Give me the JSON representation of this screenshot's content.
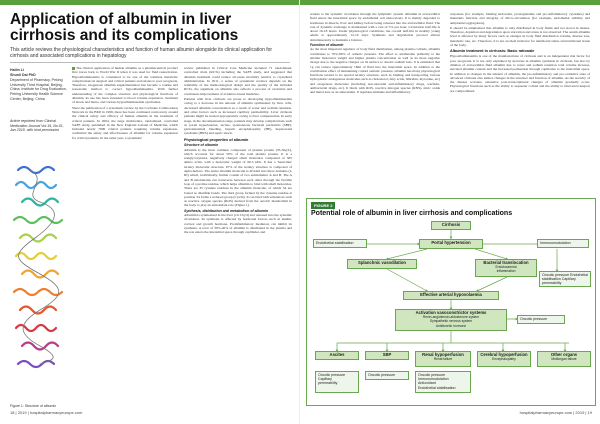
{
  "article": {
    "title": "Application of albumin in liver cirrhosis and its complications",
    "standfirst": "This article reviews the physiological characteristics and function of human albumin alongside its clinical application for cirrhosis and associated complications in hepatology"
  },
  "authors": {
    "names": "Hailin Li\nShunli Dai PhD",
    "affiliation": "Department of Pharmacy, Peking University Third Hospital, Beijing, China; Institute for Drug Evaluation, Peking University Health Science Center, Beijing, China",
    "note": "Article reprinted from Clinical Medication Journal Vol.16, No.01, Jan 2018, with kind permission"
  },
  "body": {
    "col_a_p1": "The clinical application of human albumin as a pharmaceutical product first traces back to World War II when it was used for fluid resuscitation. Hypoalbuminaemia is considered to be one of the common metabolic complications in surgical and critical patients and relates to poor prognosis. Therefore, exogenous albumin supplementation has become a routine and reasonable method to correct hypoalbuminaemia. With further understanding of the complex structure and physiological functions of albumin, its use has been extended to blood volume expansion, treatment of shock and burns, and various hypoalbuminaemia syndromes.",
    "col_a_p2": "Since the publication of a systematic review by the Cochrane Collaboration Network in the BMJ in 1998, there has been continued controversy around the clinical safety and efficacy of human albumin in the treatment of critical patients. In 2004, the large multicentre, randomised, controlled SAFE study, published in the New England Journal of Medicine, which included nearly 7000 critical patients requiring volume expansion, confirmed the safety and effectiveness of albumin for volume expansion for critical patients. In the same year, a systematic",
    "col_b_p1": "review published in Critical Care Medicine included 71 randomised, controlled trials (RCTs) including the SAFE study, and suggested that albumin treatment could reduce all-cause mortality relative to crystalloid administration. In 2011, a series of systematic reviews depends on the reliability of the methodological design and the quality of the included RCTs, the argument on albumin also reflects a process of evolution and continuous improvement of evidence-based medicine.",
    "col_b_p2": "Patients with liver cirrhosis are prone to developing hypoalbuminaemia owing to a decrease in the amount of albumin synthesised by liver cells, decreased albumin concentration as a result of water and sodium retention, and other factors such as increased capillary permeability. Liver cirrhosis patients might be treated appropriately owing to liver compensation. In early stage, in the decompensation stage, patients may develop complications such as portal hypertension, ascites, spontaneous bacterial peritonitis (SBP), gastrointestinal bleeding, hepatic encephalopathy (HE), hepatorenal syndrome (HRS) and septic shock.",
    "col_b_h1": "Physiological properties of albumin",
    "col_b_h2": "Structure of albumin",
    "col_b_p3": "Albumin is the most common component of plasma protein (35-50g/L), which accounts for about 50% of the total plasma protein. It is a nonglycosylated, negatively charged small molecular compound of 585 amino acids, with a molecular weight of 66.5 kDa. It has a 'heart-like' tertiary molecular structure. 67% of the tertiary structure is composed of alpha-helices. The entire albumin molecule is divided into three domains (I-III) which, individually, further consist of two subdomains: A and B. The A and B subdomains run transverse between each other through the flexible loop of a proline residue, which helps albumin to bind with small molecules. There are 35 cysteine residues in the albumin molecule, of which 34 are bound as disulfide bonds. The thiol group formed by the cysteine residue at position 34 forms a reduced group (Cys34). It can bind with substances such as reactive oxygen species (ROS) derived from the aerobic metabolism in the body to play an antioxidant role (Figure 1).",
    "col_b_h3": "Synthesis, distribution and metabolism of albumin",
    "col_b_p4": "Albumin is synthesised in the liver (10-15g/d) and released into the systemic circulation. Its synthesis is affected by hormonal factors such as insulin, cortisol and growth hormone. Proinflammatory mediators can inhibit its synthesis. A total of 30%-40% of albumin is distributed in the plasma and the rest enters the interstitial space through capillaries and",
    "col_c_p1": "returns to the systemic circulation through the lymphatic system. Albumin in extracellular fluid enters the interstitial space by endothelial cell endocytosis. It is mainly degraded to hormones in muscle, liver and kidney before being released into the extracellular fluid. The rate of dynamic exchange is maintained with a rate of 5% per hour. Circulation half-life is about 16-18 hours. Under physiological conditions, the overall half-life in healthy young adults is approximately 12-19 days. Synthesis and degradation proceed almost simultaneously to maintain a balance.",
    "col_c_h1": "Function of albumin",
    "col_c_p2": "As the most important regulator of body fluid distribution, among plasma colloids, albumin contributes to 70%-80% of osmotic pressure. The effect is attributable primarily to the smaller molecular weight and higher plasma concentration as well as its more negative charge due to the negative charges on its surface to absorb sodium ions. It is estimated that 1g can reduce approximately 18ml of fluid into the interstitial space. In addition to the contribution effect of maintaining colloid osmotic pressure, albumin has many physiological functions related to its special tertiary structure, such as binding and transporting various hydrophobic endogenous molecules such as cholesterol, fatty acids, bilirubin, thyroxine, etc) and exogenous molecules (including non-steroidal anti-inflammatory drugs, warfarin, antibacterial drugs, etc). It binds with ROS, reactive nitrogen species (RNS), nitric oxide and metal ions as an antioxidant. It regulates immune and inflammatory",
    "col_d_p1": "responses (for example, binding endotoxin, prostaglandins and pro-inflammatory cytokines) and maintains function and integrity of micro-circulation (for example, endothelial stability and antiplatelet aggregation).",
    "col_d_p2": "It should be emphasised that albumin is only distributed in body fluids and not stored in tissues. Therefore, depletion and degradation upon starvation and stress is not observed. The serum albumin level is affected by many factors such as changes in body fluid distribution volume, disease loss, metabolic rate, etc. Therefore, it is not an ideal indicator for nutritional status and nutritional status of the body.",
    "col_d_h1": "Albumin treatment in cirrhosis: Basic rationale",
    "col_d_p3": "Hypoalbuminaemia is one of the manifestations of cirrhosis and is an independent risk factor for poor prognosis. It is not only explained by decrease in albumin synthesis in cirrhosis, but also by dilution of extracellular fluid albumin due to water and sodium retention total volume increase, elevated albumin content and the increased permeation through capillaries to the interstitial space. In addition to changes in the amount of albumin, the pro-inflammatory and pro-oxidative state of advanced cirrhosis also induce changes in the structure and function of albumin. As the severity of the disease worsens, extensive post-transcriptional changes of albumin gradually occur. Physiological functions such as the ability to sequester colloid and the ability to bind and transport are compromised."
  },
  "figure1": {
    "caption": "Figure 1: Structure of albumin"
  },
  "figure2": {
    "label": "FIGURE 2",
    "title": "Potential role of albumin in liver cirrhosis and complications",
    "nodes": {
      "cirrhosis": "Cirrhosis",
      "endothelial": "Endothelial stabilisation",
      "portal": "Portal hypertension",
      "immunomod": "Immunomodulation",
      "splanchnic": "Splanchnic vasodilation",
      "bacterial": "Bacterial translocation",
      "bacterial_sub": "Endotoxaemia\nInflammation",
      "oncotic1": "Oncotic pressure\nEndothelial stabilisation\nCapillary permeability",
      "effective": "Effective arterial hypovolaemia",
      "activation": "Activation vasoconstrictor systems",
      "activation_sub": "Renin-angiotensin-aldosterone system\nSympathetic nervous system\nAntidiuretic hormone",
      "oncotic2": "Oncotic pressure",
      "ascites": "Ascites",
      "sbp": "SBP",
      "renal": "Renal hypoperfusion",
      "renal_sub": "Renal failure",
      "cerebral": "Cerebral hypoperfusion",
      "cerebral_sub": "Encephalopathy",
      "other": "Other organs",
      "other_sub": "Multiorgan failure",
      "b_ascites": "Oncotic pressure\nCapillary\npermeability",
      "b_sbp": "Oncotic pressure",
      "b_renal": "Oncotic pressure\nImmunomodulation\nAntioxidant\nEndothelial stabilisation"
    }
  },
  "footer": {
    "left": "18 | 2019 | hospitalpharmacyeurope.com",
    "right": "hospitalpharmacyeurope.com | 2019 | 19"
  },
  "colors": {
    "brand_green": "#5aa03c",
    "node_fill": "#cfe6bf",
    "node_border": "#6aa84f"
  }
}
